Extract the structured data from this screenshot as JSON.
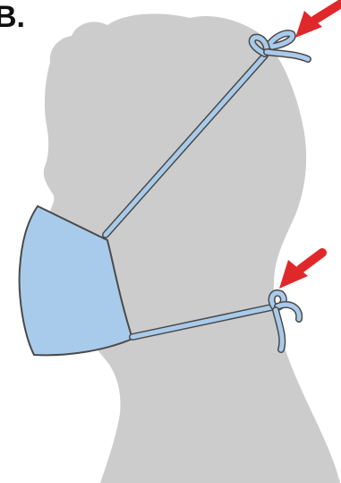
{
  "figure": {
    "step_label": "B.",
    "colors": {
      "head_silhouette": "#cccccc",
      "mask_fill": "#a9cbeb",
      "outline": "#4a4a4a",
      "arrow": "#e0282b",
      "background": "#ffffff"
    },
    "icons": [
      "head-silhouette",
      "face-mask",
      "upper-tie",
      "lower-tie",
      "red-arrow"
    ]
  }
}
